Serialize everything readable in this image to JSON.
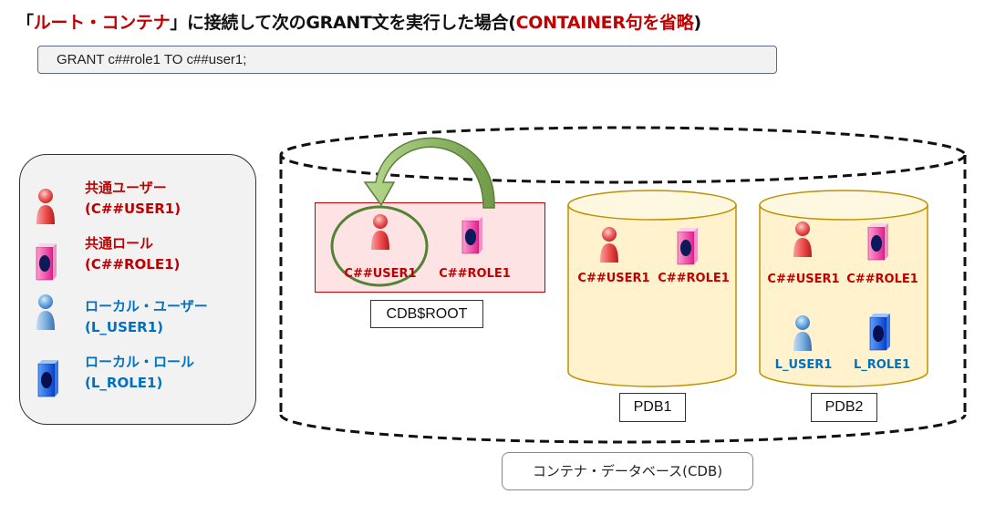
{
  "title": {
    "part1": "「",
    "part2_red": "ルート・コンテナ",
    "part3": "」に接続して次のGRANT文を実行した場合(",
    "part4_red": "CONTAINER句を省略",
    "part5": ")"
  },
  "sql": "GRANT c##role1 TO c##user1;",
  "legend": {
    "items": [
      {
        "icon": "common-user-icon",
        "line1": "共通ユーザー",
        "line2": "(C##USER1)",
        "color": "#c00000"
      },
      {
        "icon": "common-role-icon",
        "line1": "共通ロール",
        "line2": "(C##ROLE1)",
        "color": "#c00000"
      },
      {
        "icon": "local-user-icon",
        "line1": "ローカル・ユーザー",
        "line2": "(L_USER1)",
        "color": "#0070c0"
      },
      {
        "icon": "local-role-icon",
        "line1": "ローカル・ロール",
        "line2": "(L_ROLE1)",
        "color": "#0070c0"
      }
    ]
  },
  "cdb": {
    "label": "コンテナ・データベース(CDB)",
    "root": {
      "name": "CDB$ROOT",
      "user": "C##USER1",
      "role": "C##ROLE1"
    },
    "pdbs": [
      {
        "name": "PDB1",
        "common_user": "C##USER1",
        "common_role": "C##ROLE1"
      },
      {
        "name": "PDB2",
        "common_user": "C##USER1",
        "common_role": "C##ROLE1",
        "local_user": "L_USER1",
        "local_role": "L_ROLE1"
      }
    ]
  },
  "colors": {
    "common": "#c00000",
    "local": "#0070c0",
    "arrow": "#7aa05a",
    "highlight_circle": "#548235",
    "root_fill": "#fde3e3",
    "pdb_fill": "#fff2cc",
    "pdb_stroke": "#bf9000"
  }
}
